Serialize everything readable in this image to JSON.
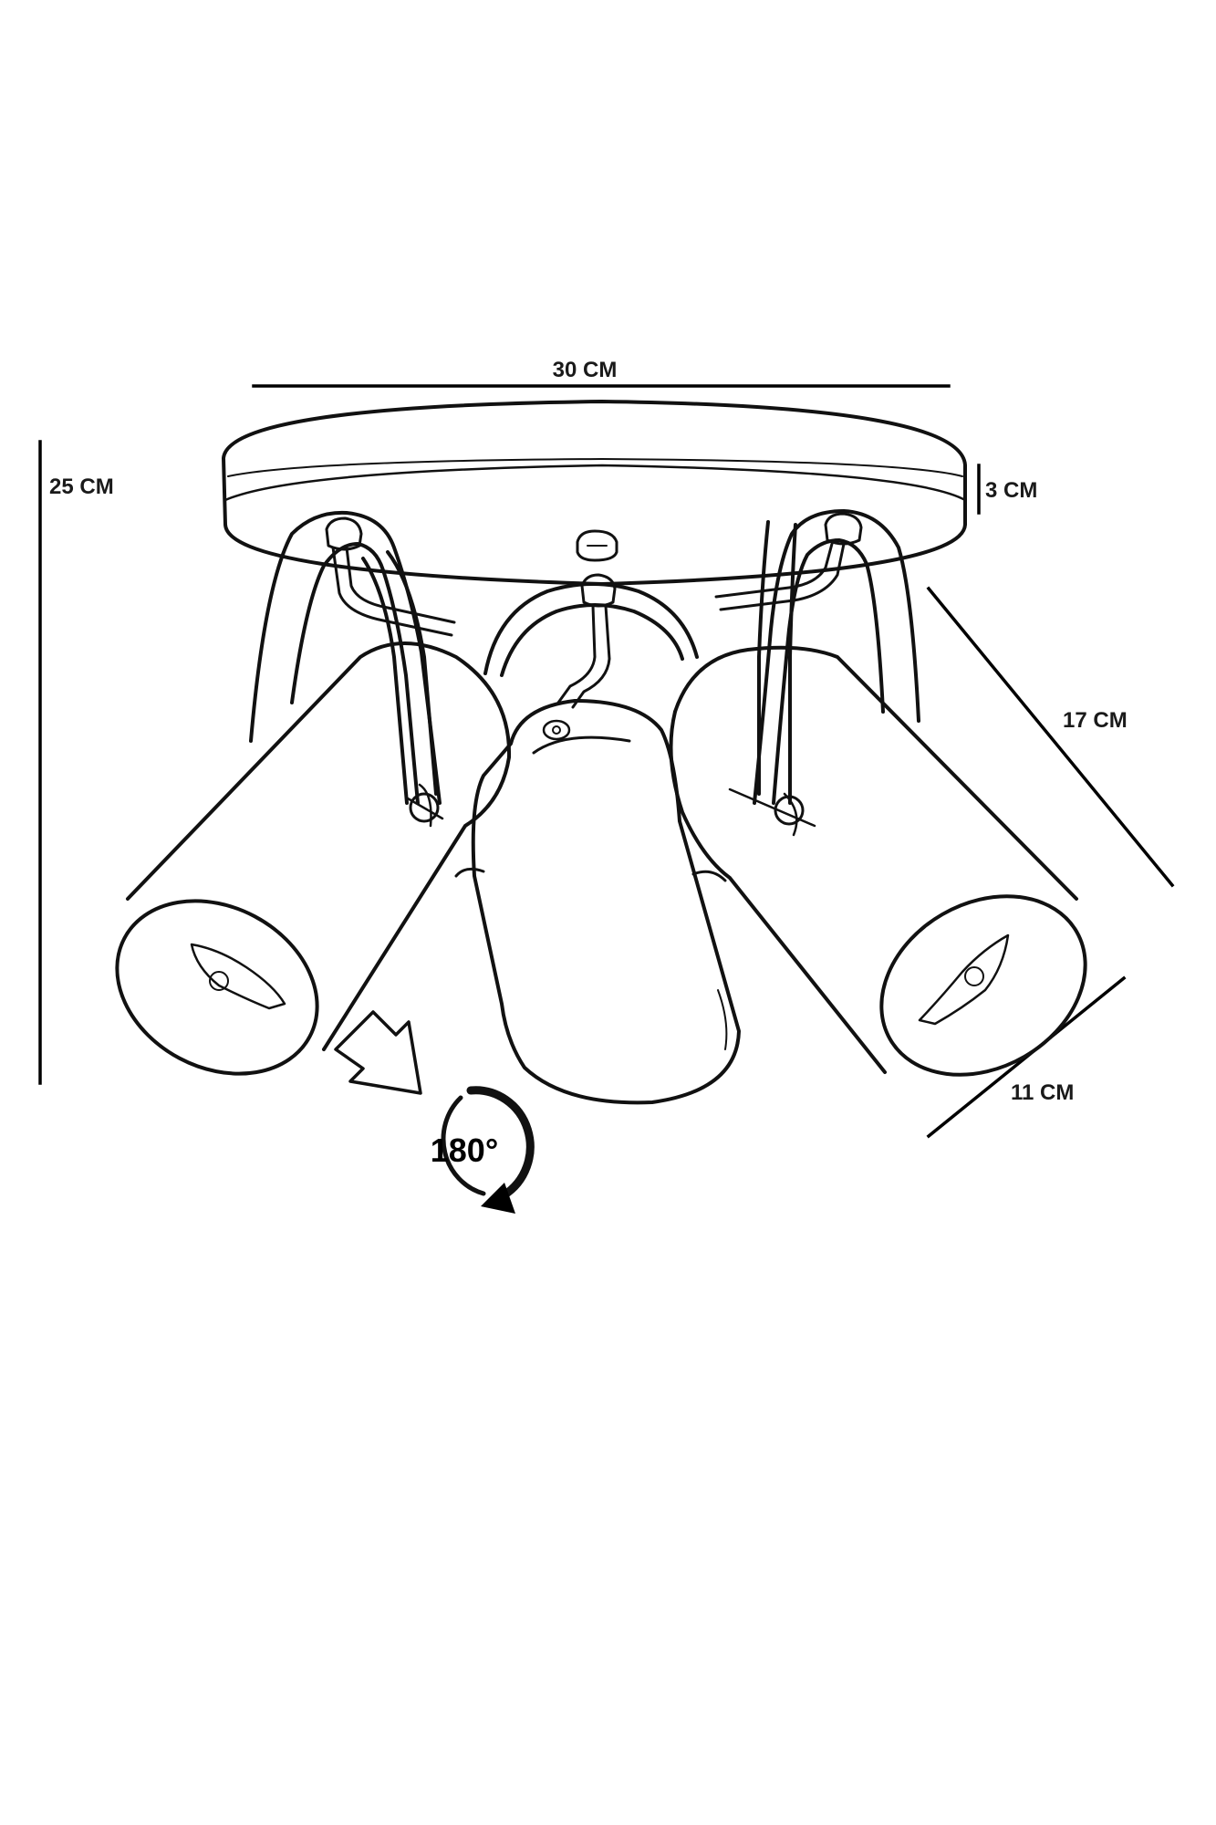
{
  "dimensions": {
    "width_label": "30 CM",
    "height_label": "25 CM",
    "base_depth_label": "3 CM",
    "shade_length_label": "17 CM",
    "shade_diameter_label": "11 CM"
  },
  "rotation": {
    "label": "180°"
  },
  "colors": {
    "line": "#111111",
    "background": "#ffffff"
  }
}
